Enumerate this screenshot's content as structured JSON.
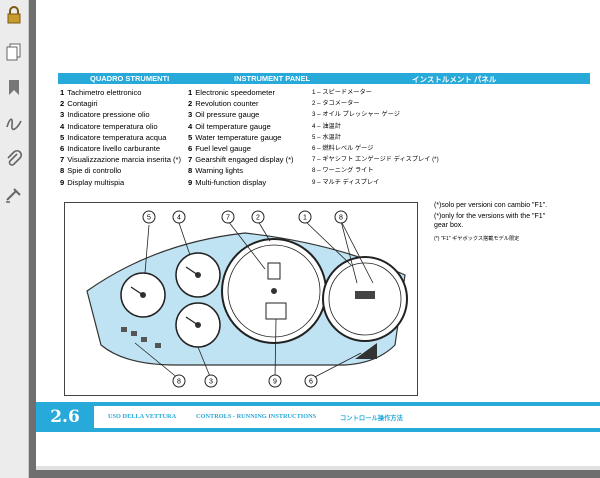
{
  "header": {
    "col1": "QUADRO STRUMENTI",
    "col2": "INSTRUMENT PANEL",
    "col3": "インストルメント パネル"
  },
  "items_it": [
    {
      "n": "1",
      "t": "Tachimetro elettronico"
    },
    {
      "n": "2",
      "t": "Contagiri"
    },
    {
      "n": "3",
      "t": "Indicatore pressione olio"
    },
    {
      "n": "4",
      "t": "Indicatore temperatura olio"
    },
    {
      "n": "5",
      "t": "Indicatore temperatura acqua"
    },
    {
      "n": "6",
      "t": "Indicatore livello carburante"
    },
    {
      "n": "7",
      "t": "Visualizzazione marcia inserita (*)"
    },
    {
      "n": "8",
      "t": "Spie di controllo"
    },
    {
      "n": "9",
      "t": "Display multispia"
    }
  ],
  "items_en": [
    {
      "n": "1",
      "t": "Electronic speedometer"
    },
    {
      "n": "2",
      "t": "Revolution counter"
    },
    {
      "n": "3",
      "t": "Oil pressure gauge"
    },
    {
      "n": "4",
      "t": "Oil temperature gauge"
    },
    {
      "n": "5",
      "t": "Water temperature gauge"
    },
    {
      "n": "6",
      "t": "Fuel level gauge"
    },
    {
      "n": "7",
      "t": "Gearshift engaged display (*)"
    },
    {
      "n": "8",
      "t": "Warning lights"
    },
    {
      "n": "9",
      "t": "Multi-function display"
    }
  ],
  "items_jp": [
    "1 – スピードメーター",
    "2 – タコメーター",
    "3 – オイル プレッシャー ゲージ",
    "4 – 油温計",
    "5 – 水温計",
    "6 – 燃料レベル ゲージ",
    "7 – ギヤシフト エンゲージド ディスプレイ (*)",
    "8 – ワーニング ライト",
    "9 – マルチ ディスプレイ"
  ],
  "notes": {
    "it": "(*)solo per versioni con cambio \"F1\".",
    "en1": "(*)only for the versions with the \"F1\"",
    "en2": "gear box.",
    "jp": "(*) \"F1\" ギヤボックス搭載モデル限定"
  },
  "callouts": [
    "5",
    "4",
    "7",
    "2",
    "1",
    "8",
    "8",
    "3",
    "9",
    "6"
  ],
  "footer": {
    "page_number": "2.6",
    "section_it": "USO DELLA VETTURA",
    "section_en": "CONTROLS - RUNNING INSTRUCTIONS",
    "section_jp": "コントロール操作方法"
  },
  "colors": {
    "accent": "#27a9d9",
    "panel": "#bfe3f2"
  },
  "toolbar_icons": [
    "lock-icon",
    "pages-icon",
    "bookmark-icon",
    "signature-icon",
    "attachment-icon",
    "tools-icon"
  ]
}
